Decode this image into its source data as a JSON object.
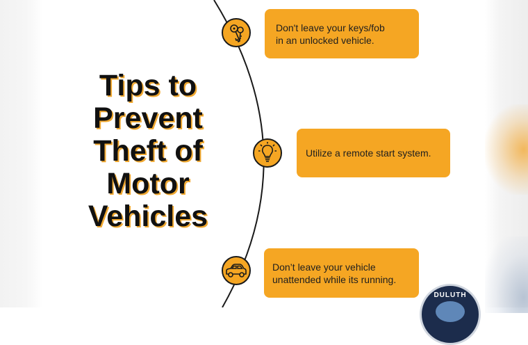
{
  "title": {
    "lines": [
      "Tips to",
      "Prevent",
      "Theft of",
      "Motor",
      "Vehicles"
    ]
  },
  "tips": [
    {
      "icon": "keys-icon",
      "text": "Don't leave your keys/fob\nin an unlocked vehicle."
    },
    {
      "icon": "lightbulb-icon",
      "text": "Utilize a remote start system."
    },
    {
      "icon": "car-icon",
      "text": "Don’t leave your vehicle\nunattended while its running."
    }
  ],
  "badge": {
    "text": "DULUTH"
  },
  "colors": {
    "accent": "#f5a623",
    "text": "#1e1e1e",
    "title_shadow": "#f0a830",
    "line": "#1a1a1a",
    "badge": "#1c2c4c"
  }
}
